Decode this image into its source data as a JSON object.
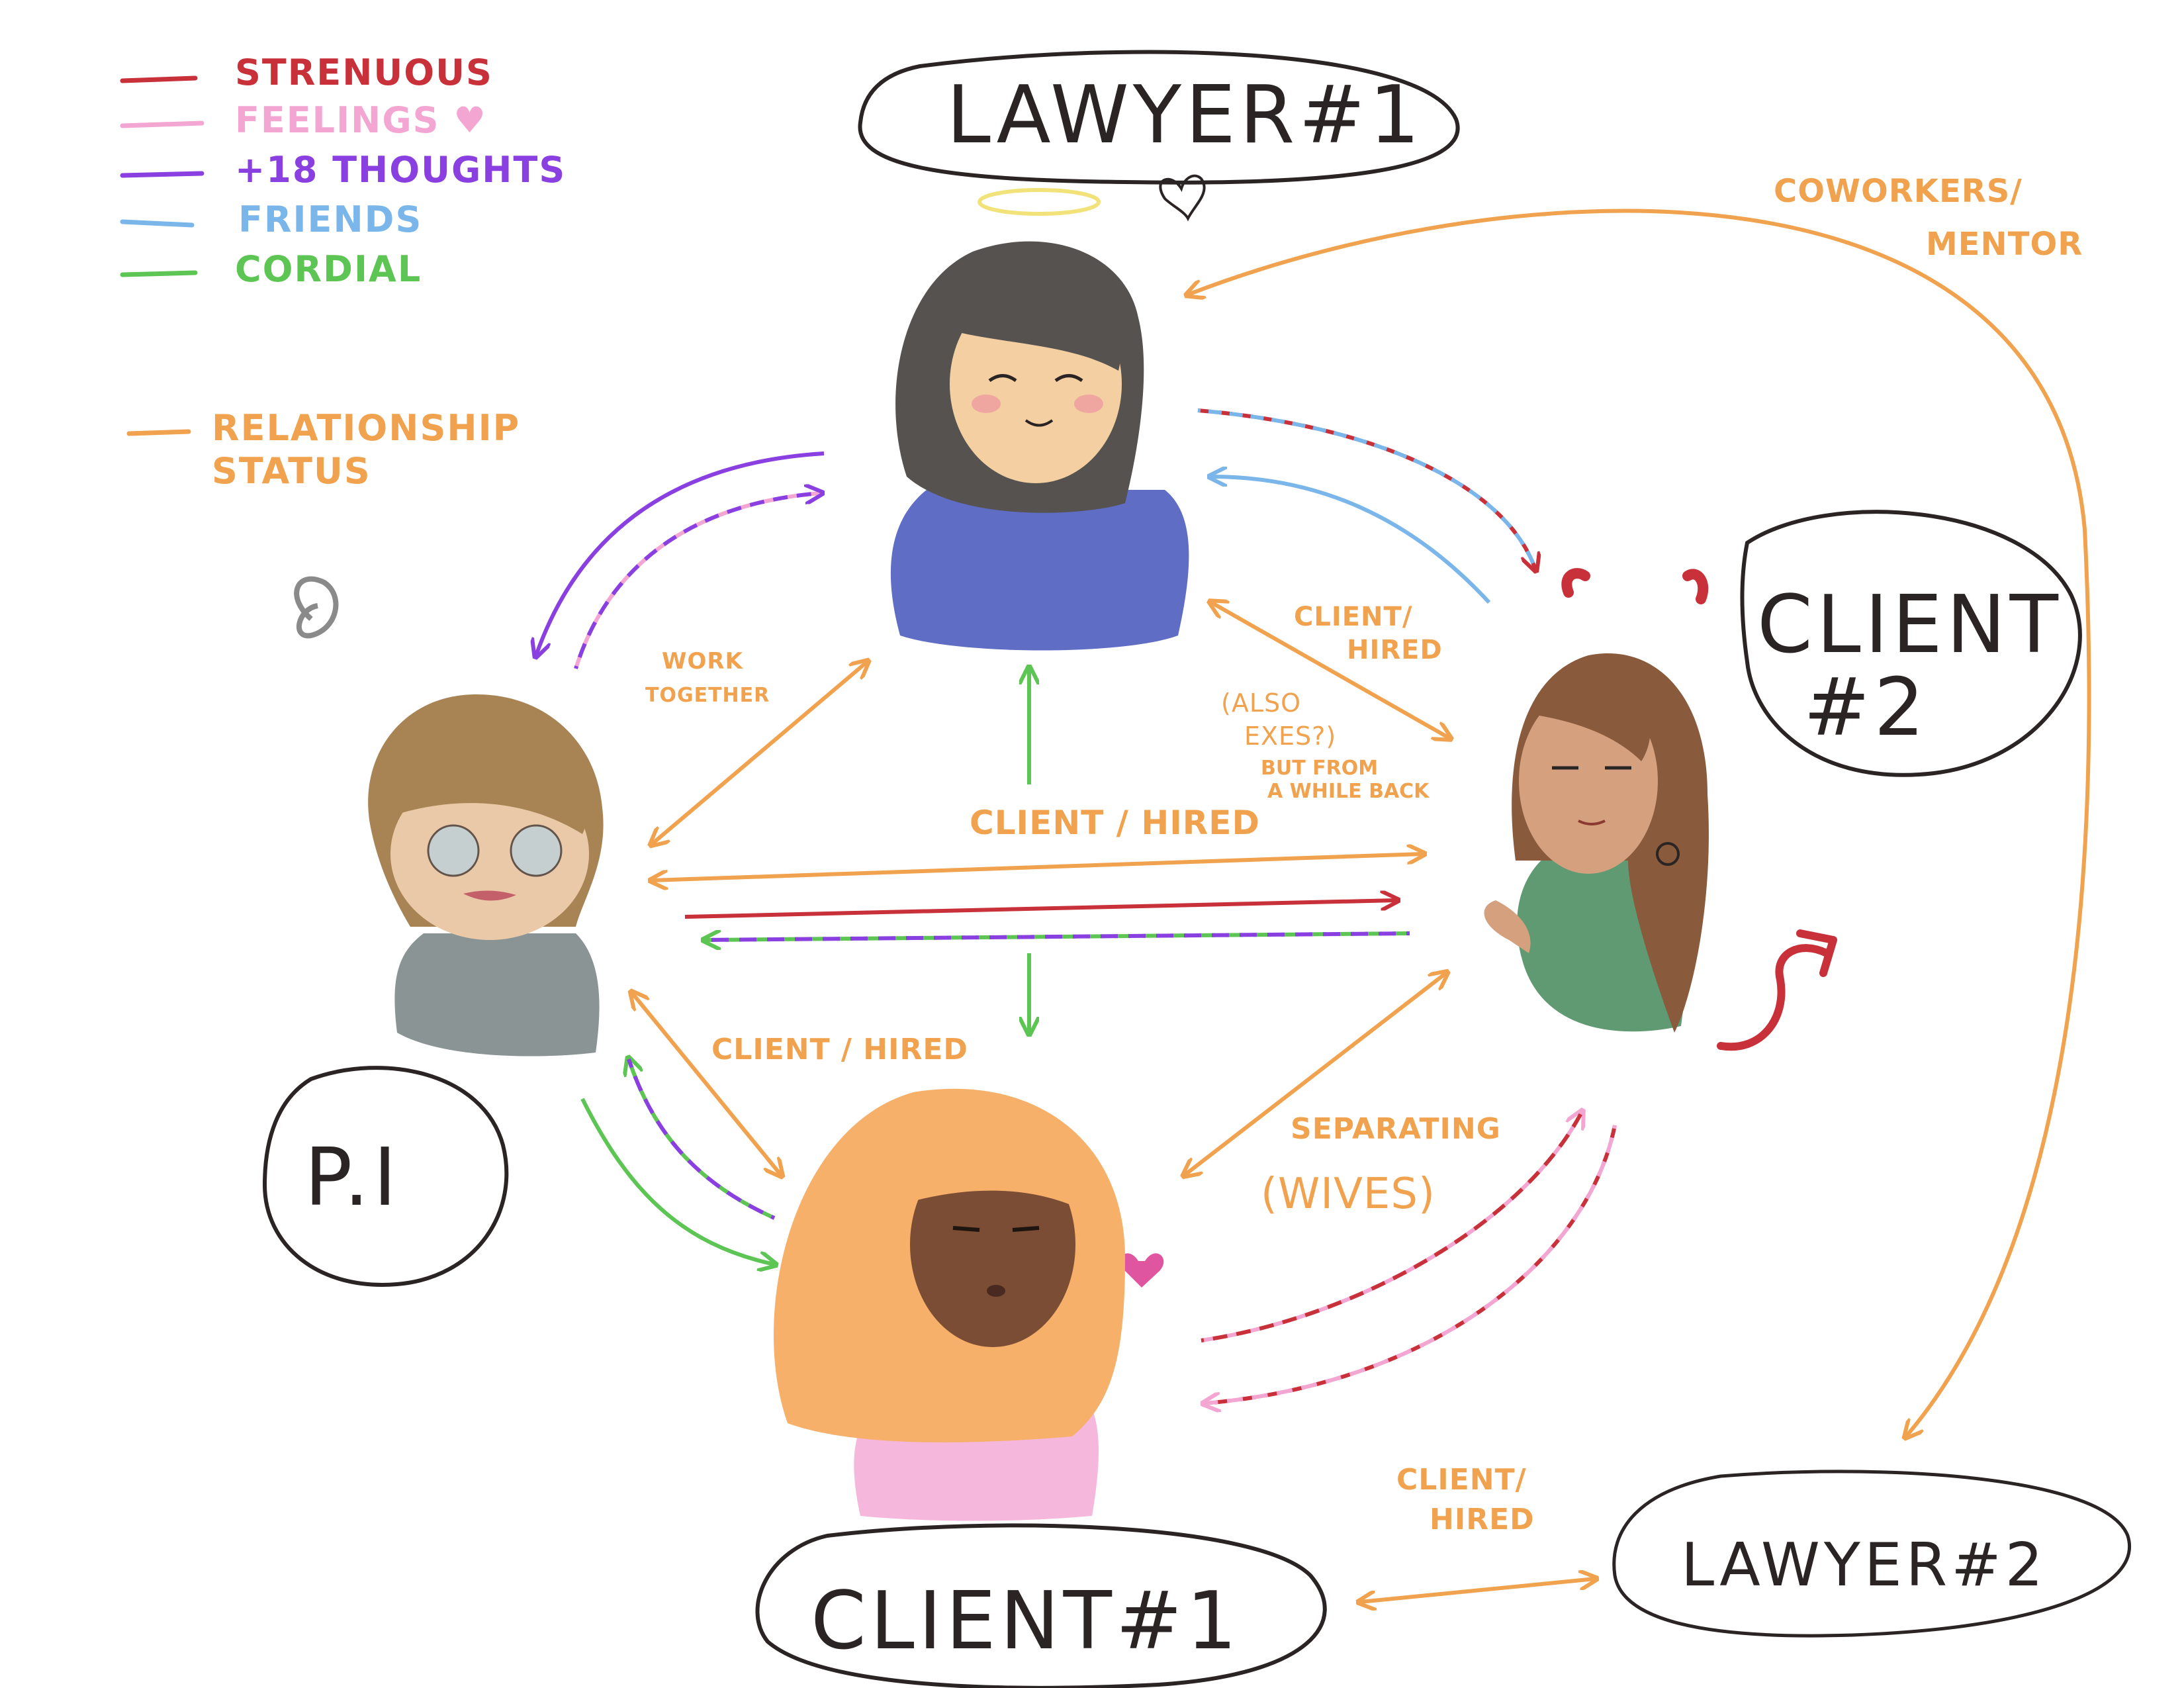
{
  "legend": {
    "items": [
      {
        "label": "STRENUOUS",
        "color": "#c8303a"
      },
      {
        "label": "FEELINGS ♥",
        "color": "#f3a6d2"
      },
      {
        "label": "+18 THOUGHTS",
        "color": "#8a3fe0"
      },
      {
        "label": "FRIENDS",
        "color": "#7ab6ea"
      },
      {
        "label": "CORDIAL",
        "color": "#5dc553"
      }
    ],
    "relationship": {
      "label_line1": "RELATIONSHIP",
      "label_line2": "STATUS",
      "color": "#f0a24e"
    }
  },
  "nodes": {
    "lawyer1": "LAWYER#1",
    "client2_line1": "CLIENT",
    "client2_line2": "#2",
    "pi": "P.I",
    "client1": "CLIENT#1",
    "lawyer2": "LAWYER#2"
  },
  "relations": {
    "coworkers_line1": "COWORKERS/",
    "coworkers_line2": "MENTOR",
    "work_line1": "WORK",
    "work_line2": "TOGETHER",
    "client_hired_l1_line1": "CLIENT/",
    "client_hired_l1_line2": "HIRED",
    "also_exes_line1": "(ALSO",
    "also_exes_line2": "EXES?)",
    "while_back_line1": "BUT FROM",
    "while_back_line2": "A WHILE BACK",
    "client_hired_center": "CLIENT / HIRED",
    "client_hired_pi": "CLIENT / HIRED",
    "separating": "SEPARATING",
    "wives": "(WIVES)",
    "client_hired_l2_line1": "CLIENT/",
    "client_hired_l2_line2": "HIRED"
  },
  "colors": {
    "orange": "#f0a24e",
    "red": "#c8303a",
    "pink": "#f3a6d2",
    "purple": "#8a3fe0",
    "blue": "#7ab6ea",
    "green": "#5dc553",
    "ink": "#2b2424"
  }
}
